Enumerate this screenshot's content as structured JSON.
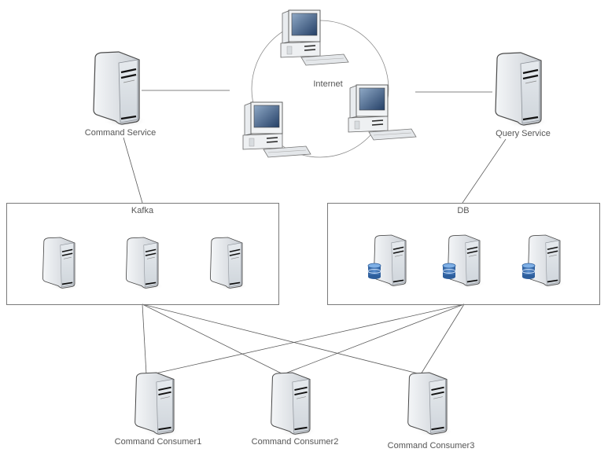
{
  "diagram": {
    "nodes": {
      "command_service": {
        "label": "Command Service",
        "type": "server"
      },
      "query_service": {
        "label": "Query Service",
        "type": "server"
      },
      "internet": {
        "label": "Internet",
        "type": "cloud-ring",
        "workstations": 3
      },
      "kafka": {
        "label": "Kafka",
        "type": "group",
        "members": [
          "broker1",
          "broker2",
          "broker3"
        ]
      },
      "db": {
        "label": "DB",
        "type": "group",
        "members": [
          "db1",
          "db2",
          "db3"
        ]
      },
      "consumer1": {
        "label": "Command Consumer1",
        "type": "server"
      },
      "consumer2": {
        "label": "Command Consumer2",
        "type": "server"
      },
      "consumer3": {
        "label": "Command Consumer3",
        "type": "server"
      }
    },
    "edges": [
      [
        "command_service",
        "internet"
      ],
      [
        "internet",
        "query_service"
      ],
      [
        "command_service",
        "kafka"
      ],
      [
        "query_service",
        "db"
      ],
      [
        "kafka",
        "consumer1"
      ],
      [
        "kafka",
        "consumer2"
      ],
      [
        "kafka",
        "consumer3"
      ],
      [
        "db",
        "consumer1"
      ],
      [
        "db",
        "consumer2"
      ],
      [
        "db",
        "consumer3"
      ]
    ]
  }
}
